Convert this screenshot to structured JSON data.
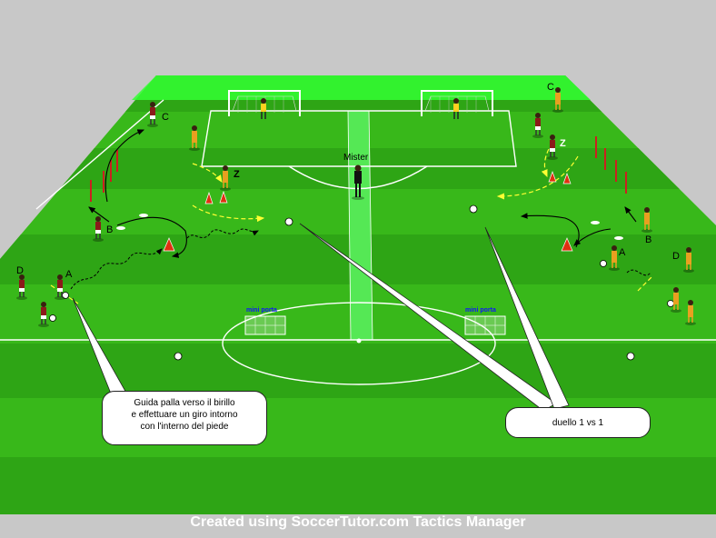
{
  "labels": {
    "mister": "Mister",
    "letter_a": "A",
    "letter_b": "B",
    "letter_c": "C",
    "letter_d": "D",
    "letter_z": "Z",
    "mini_porta": "mini porta"
  },
  "callouts": {
    "left_line1": "Guida palla verso il birillo",
    "left_line2": "e effettuare un giro intorno",
    "left_line3": "con l'interno del piede",
    "right": "duello 1 vs 1"
  },
  "footer": "Created using SoccerTutor.com Tactics Manager",
  "colors": {
    "pitch_light": "#3fc21e",
    "pitch_dark": "#2a9914",
    "far_strip": "#33ff33",
    "center_strip": "#55e855",
    "background": "#c8c8c8",
    "red_team": "#8b1a1a",
    "yellow_team": "#e8a020",
    "cone": "#e03010",
    "pole": "#cc2020",
    "dashed_path": "#ffff33"
  }
}
